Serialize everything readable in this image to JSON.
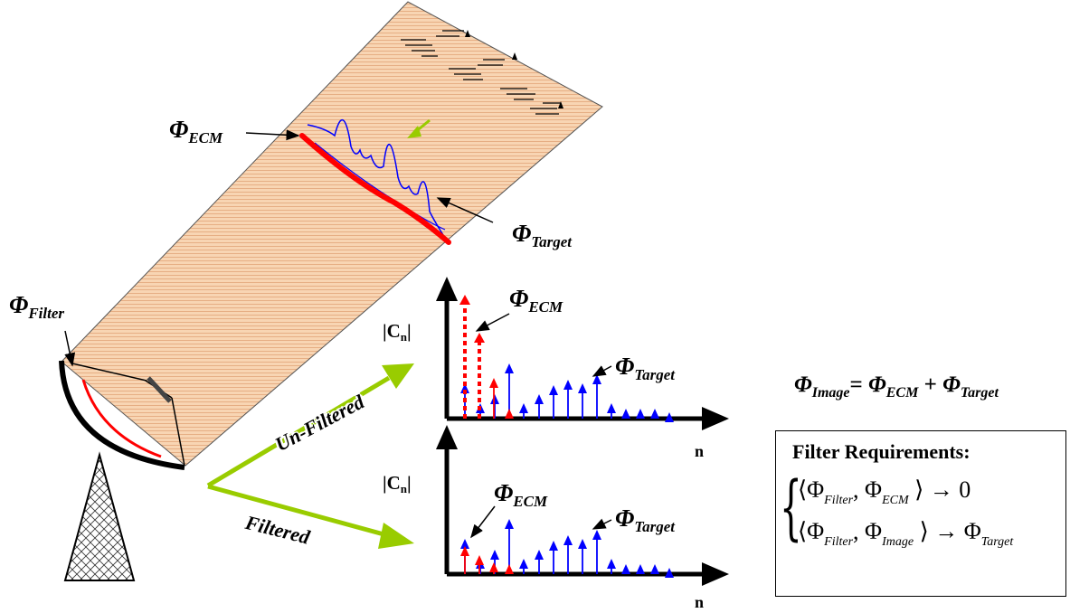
{
  "labels": {
    "phi_symbol": "Φ",
    "ecm_sub": "ECM",
    "target_sub": "Target",
    "filter_sub": "Filter",
    "image_sub": "Image",
    "cn_main": "|C",
    "cn_sub": "n",
    "cn_close": "|",
    "n_axis": "n",
    "unfiltered": "Un-Filtered",
    "filtered": "Filtered",
    "equals": "=",
    "plus": "+"
  },
  "requirements": {
    "title": "Filter Requirements:",
    "line1_open": "⟨Φ",
    "line1_sub1": "Filter",
    "line1_mid": ", Φ",
    "line1_sub2": "ECM",
    "line1_close": "⟩ → 0",
    "line2_open": "⟨Φ",
    "line2_sub1": "Filter",
    "line2_mid": ", Φ",
    "line2_sub2": "Image",
    "line2_close": "⟩ → Φ",
    "line2_sub3": "Target"
  },
  "colors": {
    "beam_fill": "#f8d5b3",
    "beam_stripe": "#e9b48a",
    "ecm": "#ff0000",
    "target": "#0000ff",
    "arrow_green": "#99cc00",
    "axis": "#000000"
  }
}
